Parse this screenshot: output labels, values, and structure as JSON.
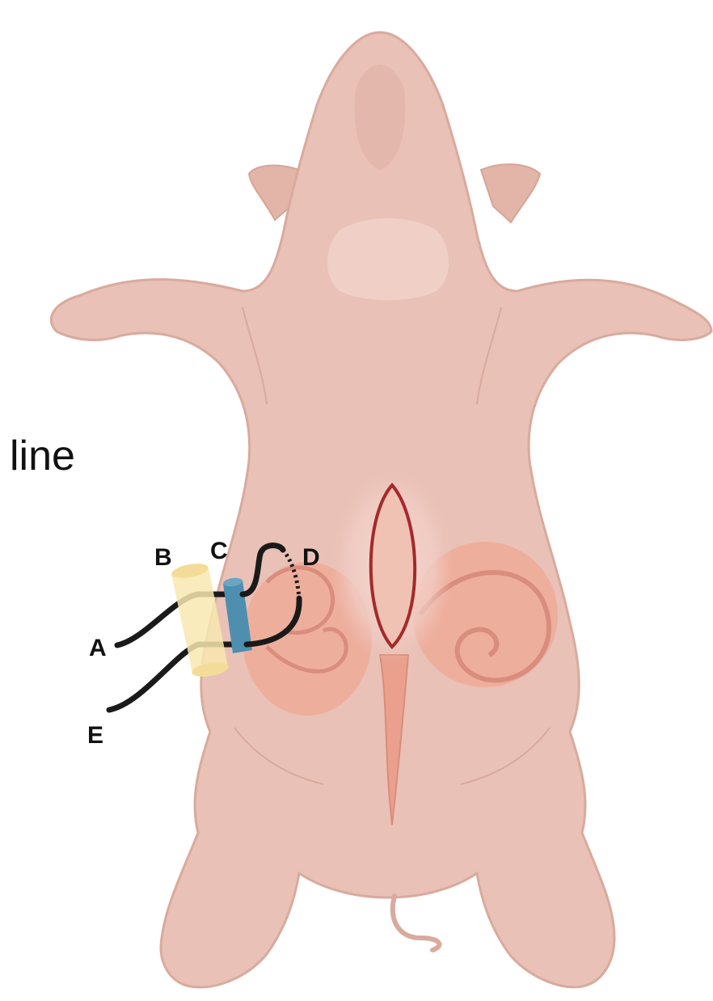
{
  "figure": {
    "partial_text": "line",
    "labels": {
      "a": "A",
      "b": "B",
      "c": "C",
      "d": "D",
      "e": "E"
    }
  },
  "colors": {
    "skin": "#e9c1b6",
    "skin_light": "#f1d3cb",
    "skin_shade": "#d9aa9d",
    "intestine": "#eeaa98",
    "intestine_dark": "#d98d7c",
    "incision": "#a52a2a",
    "catheter": "#1a1a1a",
    "cylinder": "#f8e7b0",
    "connector": "#4e8fb0"
  }
}
